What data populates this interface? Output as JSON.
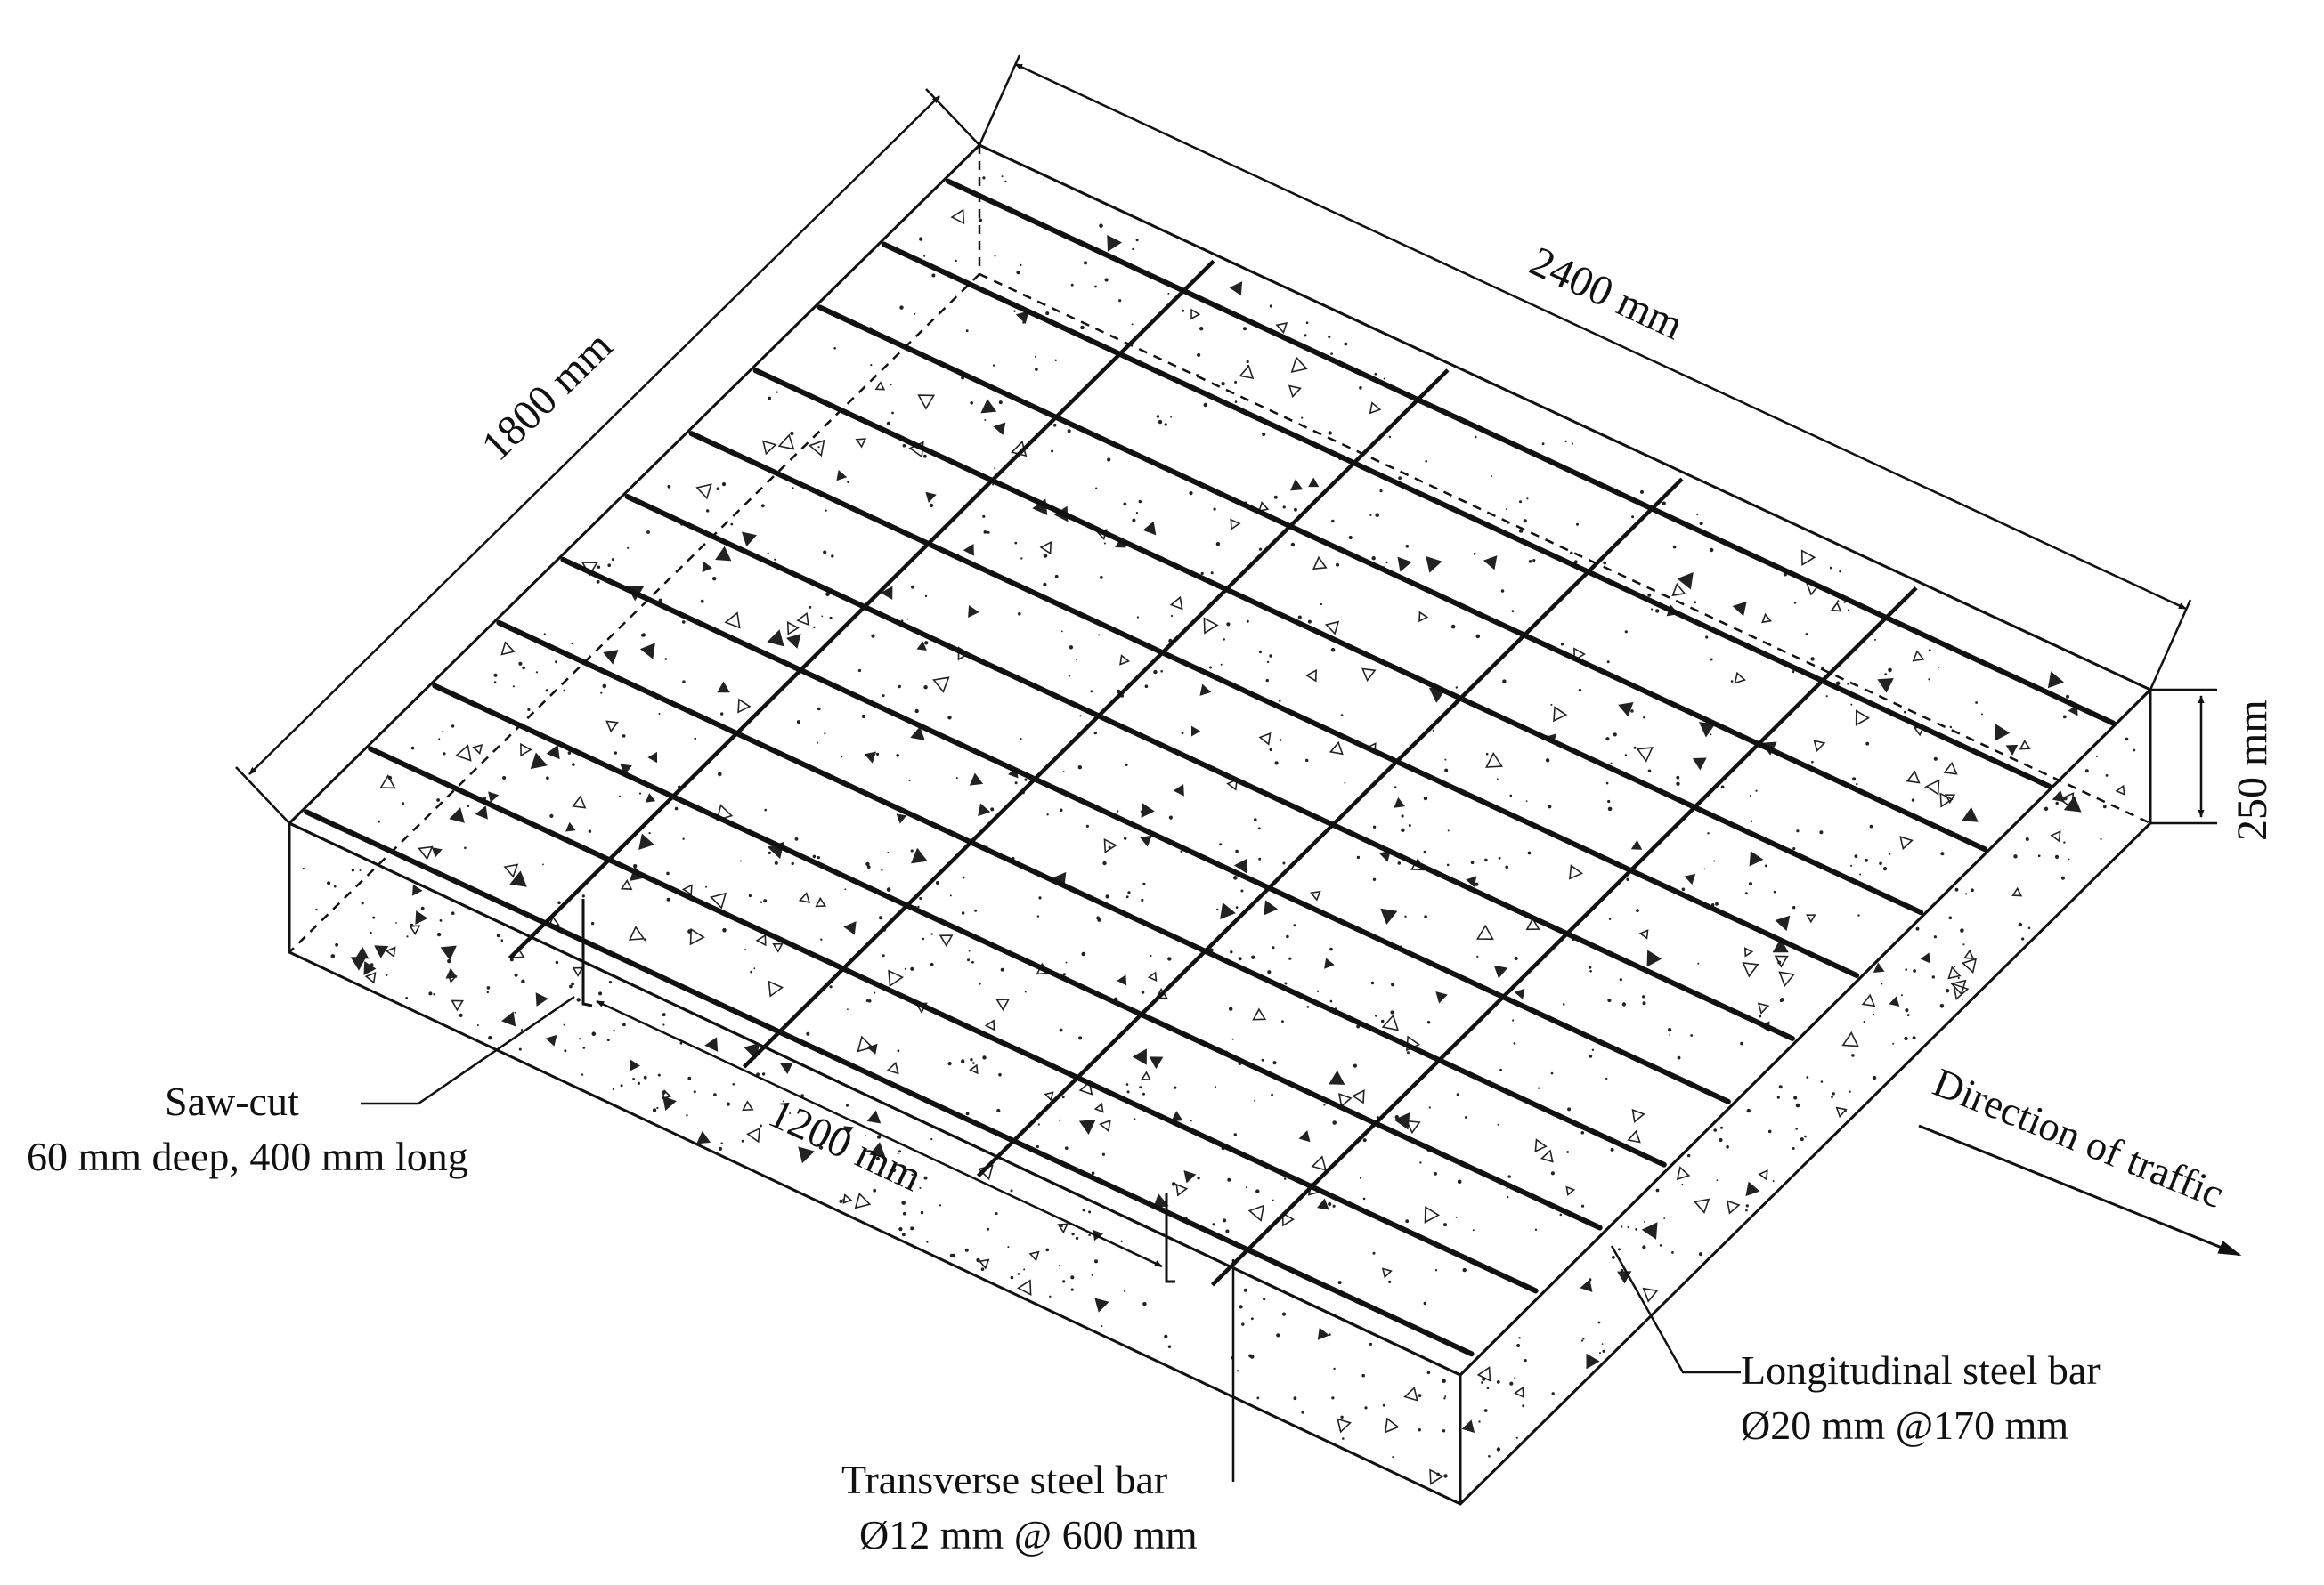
{
  "dimensions": {
    "length": "2400 mm",
    "width": "1800 mm",
    "thickness": "250 mm",
    "saw_cut_spacing": "1200 mm"
  },
  "labels": {
    "saw_cut_title": "Saw-cut",
    "saw_cut_detail": "60 mm deep, 400 mm long",
    "direction": "Direction of traffic",
    "longitudinal_title": "Longitudinal steel bar",
    "longitudinal_detail": "Ø20 mm @170 mm",
    "transverse_title": "Transverse steel bar",
    "transverse_detail": "Ø12 mm @ 600 mm"
  },
  "reinforcement": {
    "longitudinal_bar_count": 11,
    "transverse_bar_count": 4
  },
  "colors": {
    "line": "#111111",
    "background": "#ffffff"
  }
}
